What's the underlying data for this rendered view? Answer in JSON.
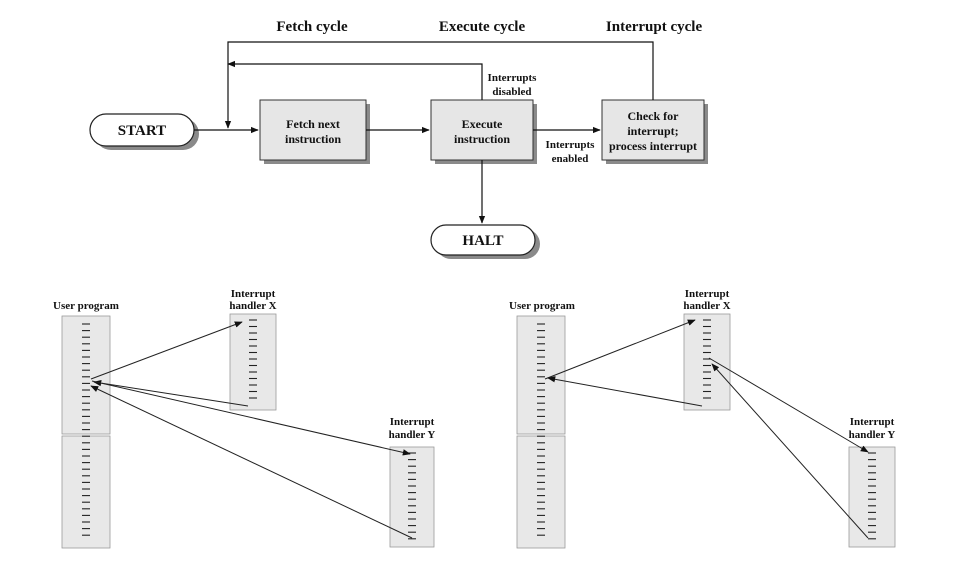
{
  "cycle_diagram": {
    "headings": {
      "fetch": "Fetch cycle",
      "execute": "Execute cycle",
      "interrupt": "Interrupt cycle"
    },
    "start": "START",
    "halt": "HALT",
    "fetch_box": [
      "Fetch next",
      "instruction"
    ],
    "execute_box": [
      "Execute",
      "instruction"
    ],
    "check_box": [
      "Check for",
      "interrupt;",
      "process interrupt"
    ],
    "interrupts_disabled": [
      "Interrupts",
      "disabled"
    ],
    "interrupts_enabled": [
      "Interrupts",
      "enabled"
    ]
  },
  "left_panel": {
    "user_program": "User program",
    "handler_x": [
      "Interrupt",
      "handler X"
    ],
    "handler_y": [
      "Interrupt",
      "handler Y"
    ]
  },
  "right_panel": {
    "user_program": "User program",
    "handler_x": [
      "Interrupt",
      "handler X"
    ],
    "handler_y": [
      "Interrupt",
      "handler Y"
    ]
  }
}
